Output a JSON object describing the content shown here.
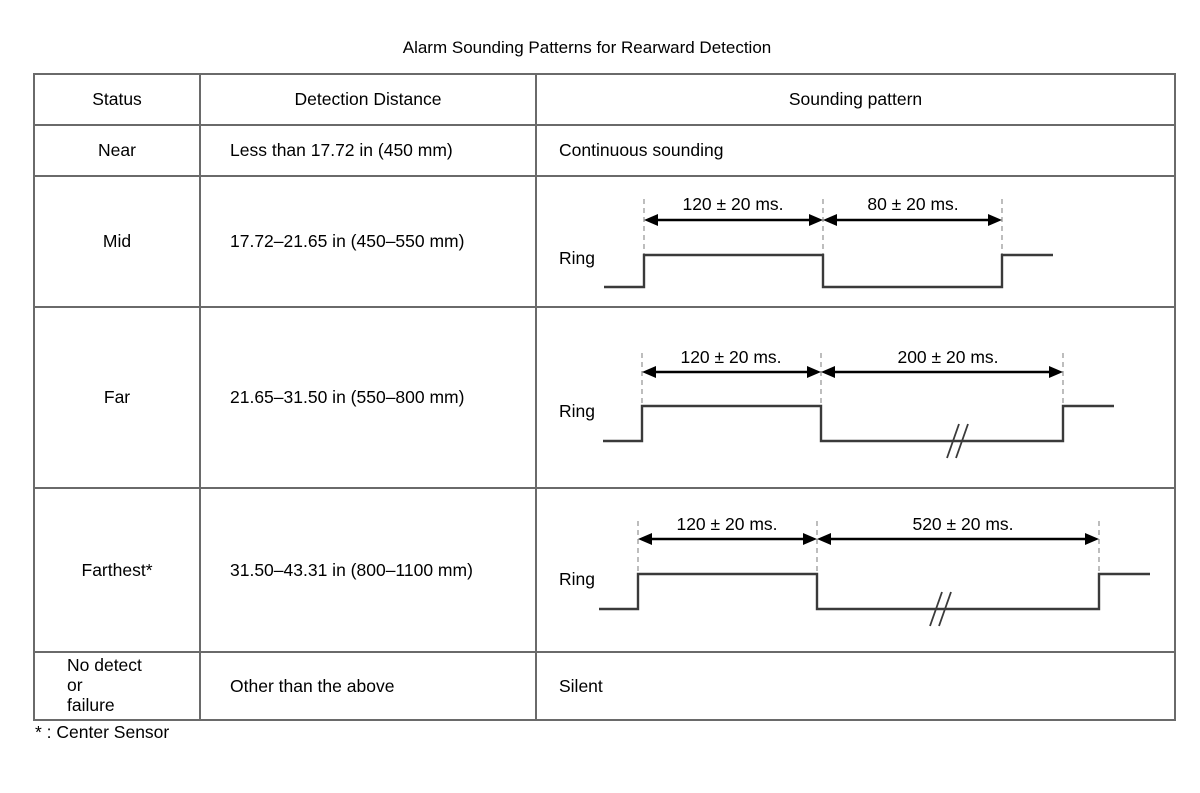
{
  "title": "Alarm Sounding Patterns for Rearward Detection",
  "headers": {
    "status": "Status",
    "distance": "Detection Distance",
    "pattern": "Sounding pattern"
  },
  "rows": [
    {
      "status": "Near",
      "distance": "Less than 17.72 in (450 mm)",
      "pattern": "Continuous sounding"
    },
    {
      "status": "Mid",
      "distance": "17.72–21.65 in (450–550 mm)",
      "wave": {
        "signal_label": "Ring",
        "on_label": "120 ± 20 ms.",
        "off_label": "80 ± 20 ms.",
        "on_ms": 120,
        "off_ms": 80,
        "broken_axis": false
      }
    },
    {
      "status": "Far",
      "distance": "21.65–31.50 in (550–800 mm)",
      "wave": {
        "signal_label": "Ring",
        "on_label": "120 ± 20 ms.",
        "off_label": "200 ± 20 ms.",
        "on_ms": 120,
        "off_ms": 200,
        "broken_axis": true
      }
    },
    {
      "status": "Farthest*",
      "distance": "31.50–43.31 in (800–1100 mm)",
      "wave": {
        "signal_label": "Ring",
        "on_label": "120 ± 20 ms.",
        "off_label": "520 ± 20 ms.",
        "on_ms": 120,
        "off_ms": 520,
        "broken_axis": true
      }
    },
    {
      "status_lines": [
        "No detect",
        "or",
        "failure"
      ],
      "distance": "Other than the above",
      "pattern": "Silent"
    }
  ],
  "footnote": "* : Center Sensor"
}
